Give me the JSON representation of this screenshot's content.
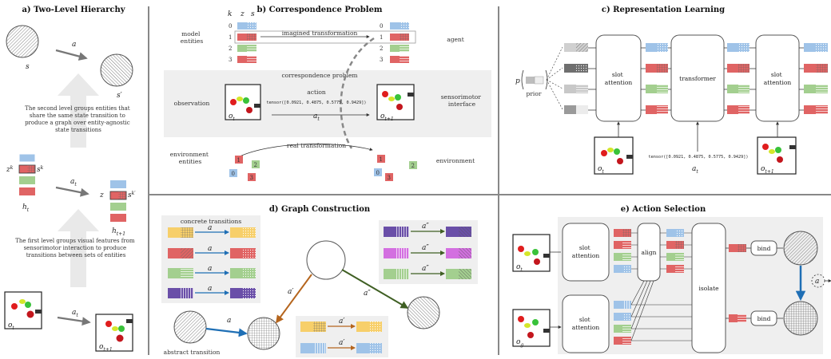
{
  "colors": {
    "blue": "#9fc3e8",
    "red": "#e06464",
    "green": "#a3cf8f",
    "grey": "#bdbdbd",
    "darkgrey": "#6f6f6f",
    "purple": "#6a4fa8",
    "magenta": "#d36fe0",
    "orange": "#f7cf6a",
    "steel": "#1f6fb5",
    "brown": "#b5651d",
    "olive": "#3f5f23",
    "panelbg": "#efefef",
    "divider": "#7a7a7a"
  },
  "panels": {
    "a": {
      "title": "a) Two-Level Hierarchy",
      "s": "s",
      "s_prime": "s′",
      "a": "a",
      "zk": "z",
      "zk_sup": "k",
      "sk": "s",
      "sk_sup": "k",
      "zk2": "z",
      "sk2": "s",
      "sk2_sup": "k′",
      "at": "a",
      "at_sub": "t",
      "ht": "h",
      "ht_sub": "t",
      "ht1": "h",
      "ht1_sub": "t+1",
      "ot": "o",
      "ot_sub": "t",
      "ot1": "o",
      "ot1_sub": "t+1",
      "text_upper": [
        "The second level groups entities that",
        "share the same state transition to",
        "produce a graph over entity-agnostic",
        "state transitions"
      ],
      "text_lower": [
        "The first level groups visual features from",
        "sensorimotor interaction to produce",
        "transitions between sets of entities"
      ]
    },
    "b": {
      "title": "b) Correspondence Problem",
      "k": "k",
      "z": "z",
      "s": "s",
      "rows_left": [
        "0",
        "1",
        "2",
        "3"
      ],
      "rows_right": [
        "0",
        "1",
        "2",
        "3"
      ],
      "model_entities": [
        "model",
        "entities"
      ],
      "imagined": "imagined transformation",
      "agent": "agent",
      "correspondence": "correspondence problem",
      "observation": "observation",
      "action": "action",
      "tensor": "tensor([0.0921, 0.4875, 0.5775, 0.9429])",
      "at": "a",
      "at_sub": "t",
      "ot": "o",
      "ot_sub": "t",
      "ot1": "o",
      "ot1_sub": "t+1",
      "sensorimotor": [
        "sensorimotor",
        "interface"
      ],
      "env_entities": [
        "environment",
        "entities"
      ],
      "real": "real transformation",
      "environment": "environment",
      "env_left": [
        "1",
        "2",
        "0",
        "3"
      ],
      "env_right": [
        "1",
        "2",
        "0",
        "3"
      ]
    },
    "c": {
      "title": "c) Representation Learning",
      "prior": "prior",
      "p": "p",
      "slot1": [
        "slot",
        "attention"
      ],
      "transformer": "transformer",
      "slot2": [
        "slot",
        "attention"
      ],
      "tensor": "tensor([0.0921, 0.4875, 0.5775, 0.9429])",
      "at": "a",
      "at_sub": "t",
      "ot": "o",
      "ot_sub": "t",
      "ot1": "o",
      "ot1_sub": "t+1"
    },
    "d": {
      "title": "d) Graph Construction",
      "concrete": "concrete transitions",
      "abstract": "abstract transition",
      "a": "a",
      "a1": "a′",
      "a2": "a″"
    },
    "e": {
      "title": "e) Action Selection",
      "slot1": [
        "slot",
        "attention"
      ],
      "slot2": [
        "slot",
        "attention"
      ],
      "align": "align",
      "isolate": "isolate",
      "bind1": "bind",
      "bind2": "bind",
      "a": "a",
      "ot": "o",
      "ot_sub": "t",
      "og": "o",
      "og_sub": "g"
    }
  }
}
